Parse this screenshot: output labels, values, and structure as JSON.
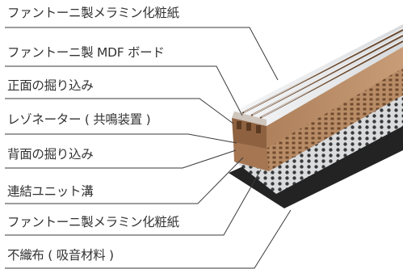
{
  "labels": [
    "ファントーニ製メラミン化粧紙",
    "ファントーニ製 MDF ボード",
    "正面の掘り込み",
    "レゾネーター ( 共鳴装置 )",
    "背面の掘り込み",
    "連結ユニット溝",
    "ファントーニ製メラミン化粧紙",
    "不織布 ( 吸音材料 )"
  ],
  "colors": {
    "text": "#333333",
    "leader": "#3a3a3a",
    "melamine": "#eef0f2",
    "mdf": "#b58660",
    "mdf_dark": "#7a5234",
    "fleece": "#222222"
  }
}
